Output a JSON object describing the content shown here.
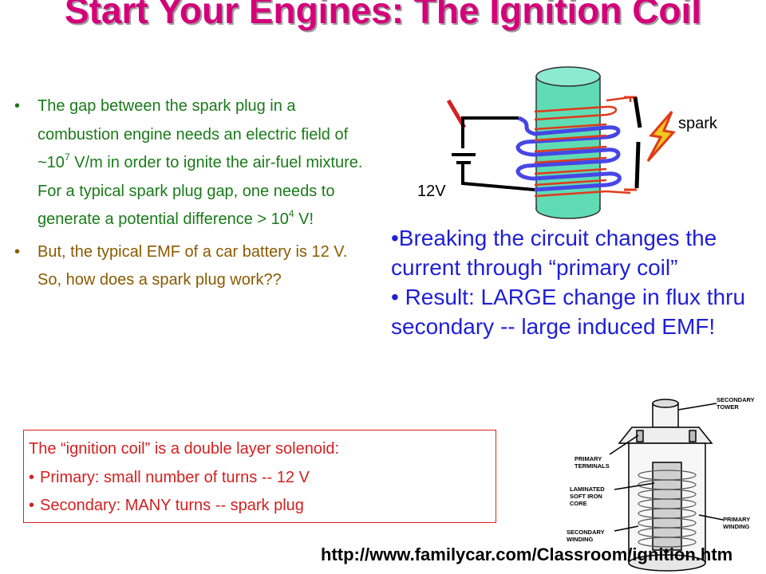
{
  "title": "Start Your Engines: The Ignition Coil",
  "bullets": [
    {
      "pre": "The gap between the spark plug in a combustion engine needs an electric field of ~10",
      "sup": "7",
      "mid": " V/m in order to ignite the air-fuel mixture. For a typical spark plug gap, one needs to generate a potential difference > 10",
      "sup2": "4",
      "post": " V!"
    },
    {
      "text": "But, the typical EMF of a car battery is 12 V. So, how does a spark plug work??"
    }
  ],
  "bullet_glyph": "•",
  "diagram": {
    "voltage_label": "12V",
    "spark_label": "spark"
  },
  "right_bullets": [
    "•Breaking the circuit changes the current through “primary coil”",
    "• Result: LARGE change in flux thru secondary -- large induced EMF!"
  ],
  "box": {
    "lead": "The “ignition coil” is a double layer solenoid:",
    "items": [
      "Primary: small number of turns -- 12 V",
      "Secondary: MANY turns -- spark plug"
    ]
  },
  "coil_labels": {
    "secondary_tower": [
      "SECONDARY",
      "TOWER"
    ],
    "primary_terminals": [
      "PRIMARY",
      "TERMINALS"
    ],
    "core": [
      "LAMINATED",
      "SOFT IRON",
      "CORE"
    ],
    "secondary_winding": [
      "SECONDARY",
      "WINDING"
    ],
    "primary_winding": [
      "PRIMARY",
      "WINDING"
    ]
  },
  "url": "http://www.familycar.com/Classroom/ignition.htm",
  "colors": {
    "title": "#d4007a",
    "green_text": "#1a7a1a",
    "brown_text": "#8a5a00",
    "blue_text": "#1f1fd6",
    "red_text": "#d42020",
    "solenoid": "#5fdcb4",
    "primary_wire": "#4646e6",
    "secondary_wire": "#e03a1a"
  }
}
